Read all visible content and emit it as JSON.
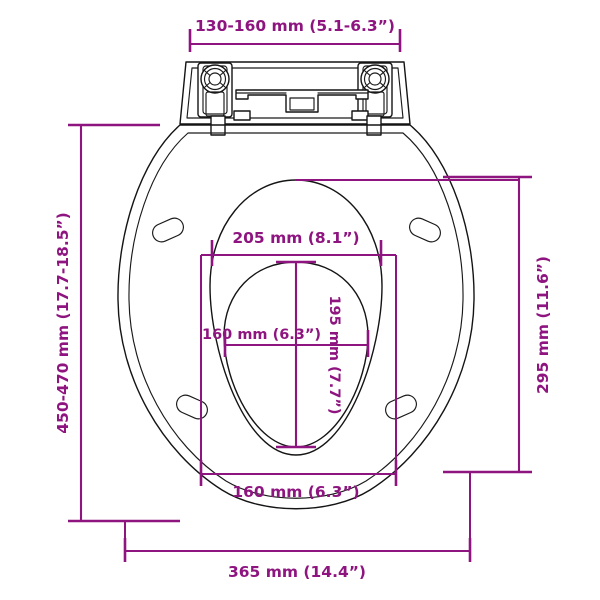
{
  "drawing": {
    "title": "Toilet seat technical dimension drawing",
    "colors": {
      "dimension": "#8e1580",
      "outline": "#141414",
      "background": "#ffffff"
    },
    "dimensions": {
      "hinge_width": "130-160 mm (5.1-6.3”)",
      "overall_length": "450-470 mm (17.7-18.5”)",
      "overall_width": "365 mm (14.4”)",
      "bowl_depth_right": "295 mm (11.6”)",
      "opening_width_top": "205 mm (8.1”)",
      "opening_width_mid": "160 mm (6.3”)",
      "opening_height": "195 mm (7.7”)",
      "opening_width_bottom": "160 mm (6.3”)"
    }
  }
}
